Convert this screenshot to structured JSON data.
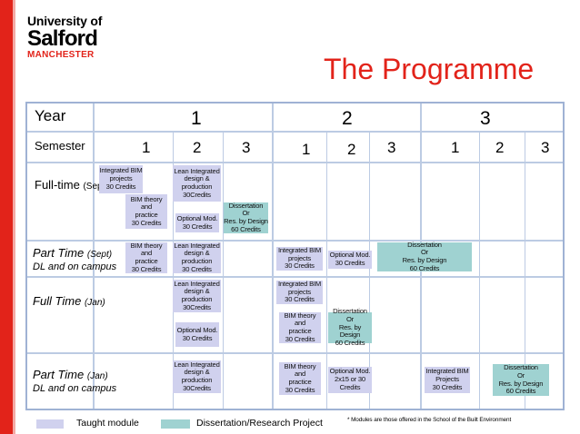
{
  "logo": {
    "line1": "University of",
    "line2": "Salford",
    "line3": "MANCHESTER"
  },
  "title": "The Programme",
  "headers": {
    "year_label": "Year",
    "semester_label": "Semester",
    "years": [
      "1",
      "2",
      "3"
    ],
    "semesters": [
      "1",
      "2",
      "3",
      "1",
      "2",
      "3",
      "1",
      "2",
      "3"
    ]
  },
  "rows": {
    "ft_sept": {
      "label": "Full-time",
      "sub": "(Sept)"
    },
    "pt_sept": {
      "label": "Part Time",
      "sub": "(Sept)",
      "line2": "DL and on campus"
    },
    "ft_jan": {
      "label": "Full Time",
      "sub": "(Jan)"
    },
    "pt_jan": {
      "label": "Part Time",
      "sub": "(Jan)",
      "line2": "DL and on campus"
    }
  },
  "modules": {
    "ft_sept": [
      "Integrated BIM\nprojects\n30 Credits",
      "Lean Integrated\ndesign &\nproduction\n30Credits",
      "BIM theory\nand\npractice\n30 Credits",
      "Optional Mod.\n30 Credits",
      "Dissertation\nOr\nRes. by Design\n60 Credits"
    ],
    "pt_sept": [
      "BIM theory\nand\npractice\n30 Credits",
      "Lean Integrated\ndesign &\nproduction\n30 Credits",
      "Integrated BIM\nprojects\n30 Credits",
      "Optional Mod.\n30 Credits",
      "Dissertation\nOr\nRes. by Design\n60 Credits"
    ],
    "ft_jan": [
      "Lean Integrated\ndesign &\nproduction\n30Credits",
      "Integrated BIM\nprojects\n30 Credits",
      "Optional Mod.\n30 Credits",
      "BIM theory\nand\npractice\n30 Credits",
      "Dissertation\nOr\nRes. by Design\n60 Credits"
    ],
    "pt_jan": [
      "Lean Integrated\ndesign &\nproduction\n30Credits",
      "BIM theory\nand\npractice\n30 Credits",
      "Optional Mod.\n2x15 or 30\nCredits",
      "Integrated BIM\nProjects\n30 Credits",
      "Dissertation\nOr\nRes. by Design\n60 Credits"
    ]
  },
  "legend": {
    "taught": "Taught module",
    "dissertation": "Dissertation/Research Project",
    "footnote": "* Modules are those offered in the School of the Built Environment"
  },
  "colors": {
    "brand_red": "#e2231a",
    "taught": "#d0d1ee",
    "dissertation": "#9fd2d1",
    "grid": "#bccbe3"
  }
}
